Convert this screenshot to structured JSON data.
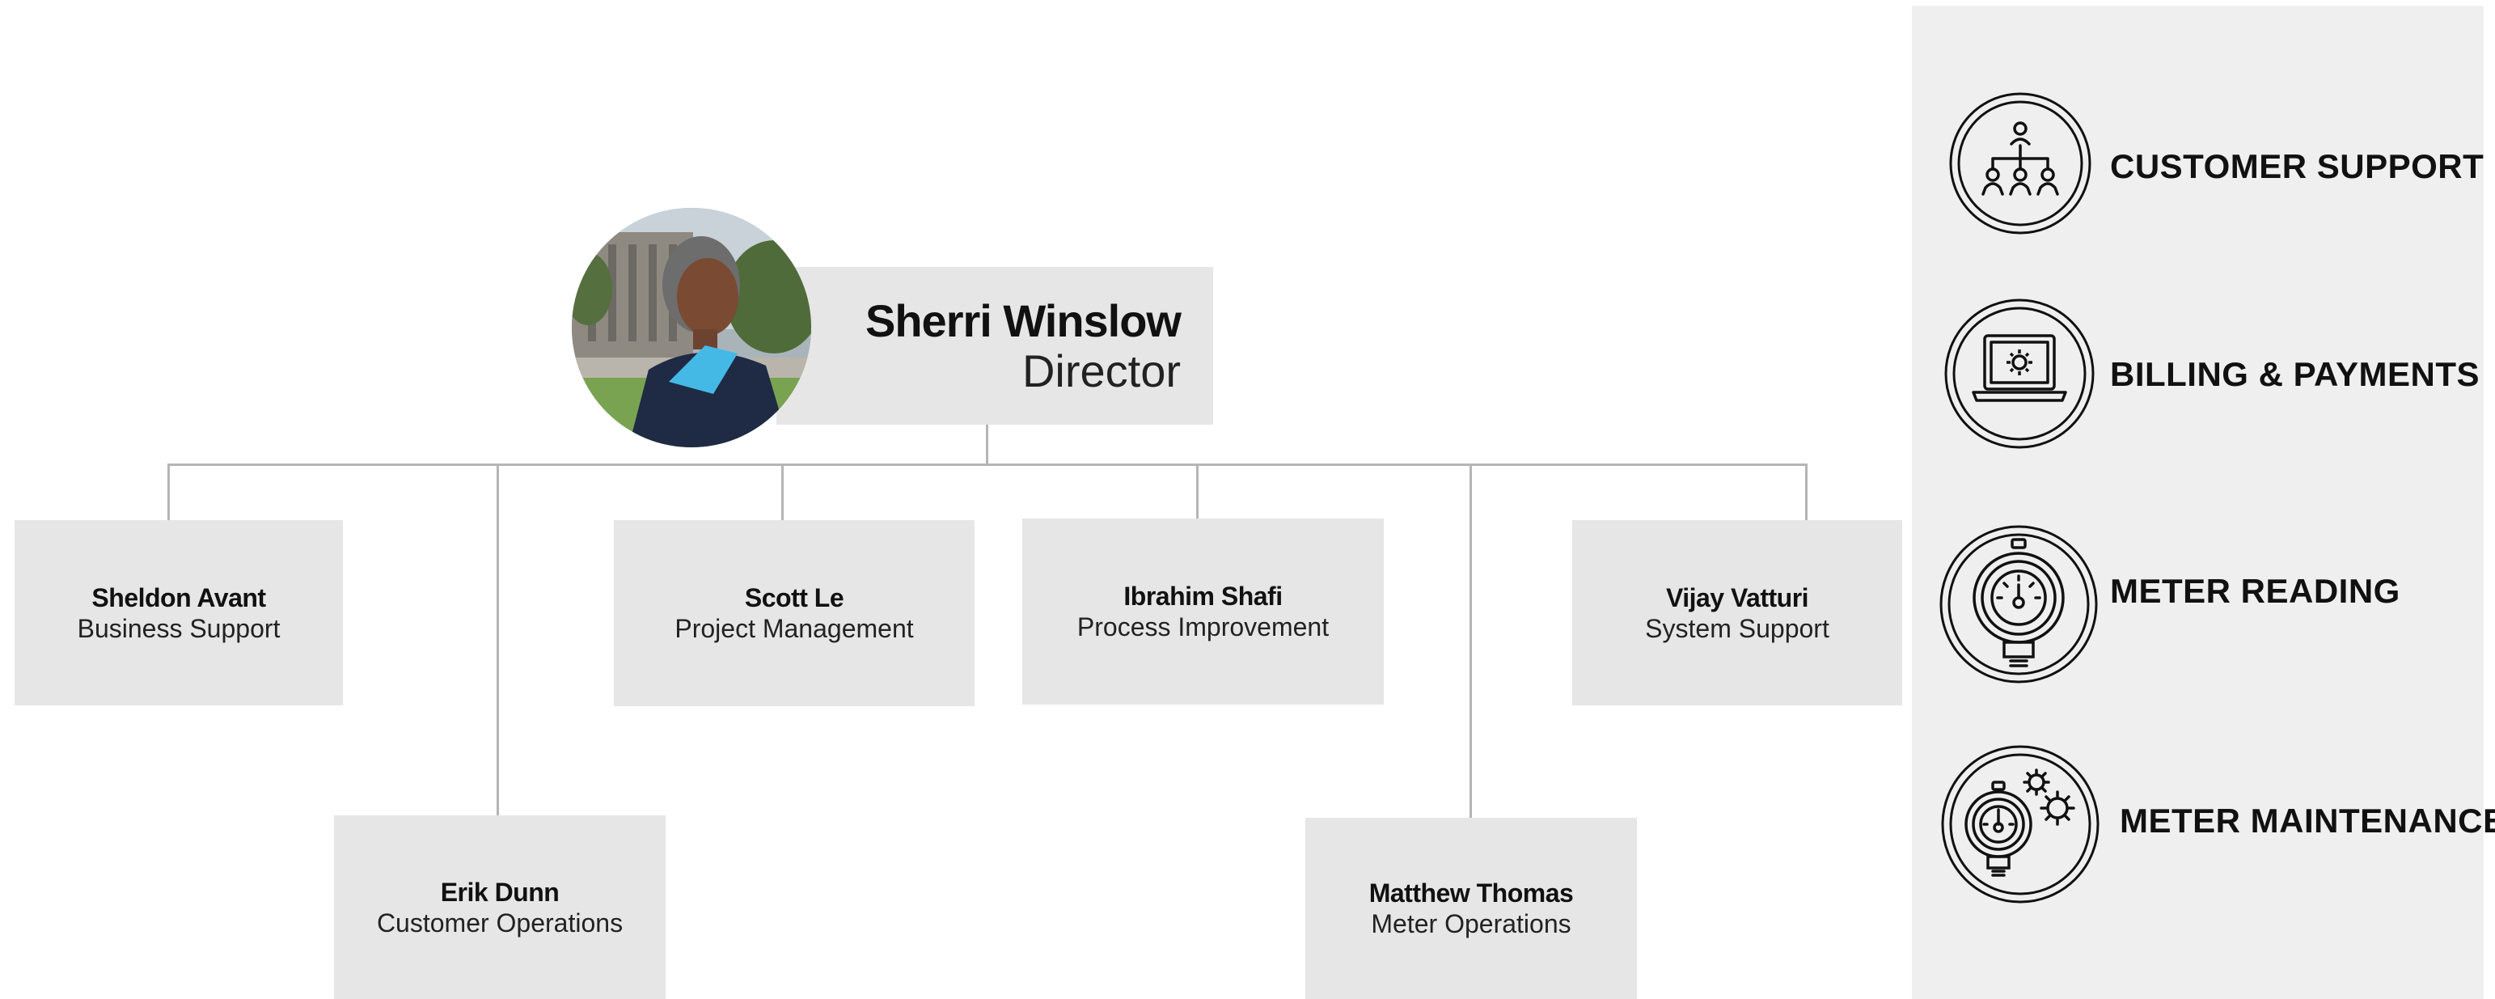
{
  "director": {
    "name": "Sherri Winslow",
    "title": "Director"
  },
  "reports": [
    {
      "name": "Sheldon Avant",
      "role": "Business Support"
    },
    {
      "name": "Erik Dunn",
      "role": "Customer Operations"
    },
    {
      "name": "Scott Le",
      "role": "Project Management"
    },
    {
      "name": "Ibrahim Shafi",
      "role": "Process Improvement"
    },
    {
      "name": "Matthew Thomas",
      "role": "Meter Operations"
    },
    {
      "name": "Vijay Vatturi",
      "role": "System Support"
    }
  ],
  "services": [
    {
      "label": "CUSTOMER SUPPORT",
      "icon": "org-chart-icon"
    },
    {
      "label": "BILLING & PAYMENTS",
      "icon": "laptop-gear-icon"
    },
    {
      "label": "METER READING",
      "icon": "meter-gauge-icon"
    },
    {
      "label": "METER MAINTENANCE",
      "icon": "meter-gears-icon"
    }
  ],
  "colors": {
    "box": "#e6e6e6",
    "sidebar": "#efefef",
    "connector": "#b5b5b5",
    "text": "#111111"
  }
}
